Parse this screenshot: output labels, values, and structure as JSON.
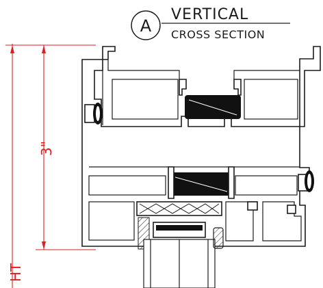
{
  "title": {
    "badge_letter": "A",
    "line1": "VERTICAL",
    "line2": "CROSS SECTION"
  },
  "dimensions": {
    "depth_label": "3\"",
    "height_label": "HT"
  },
  "colors": {
    "line": "#1a1a1a",
    "dimension": "#e01e1e",
    "gasket": "#111111",
    "background": "#ffffff"
  }
}
